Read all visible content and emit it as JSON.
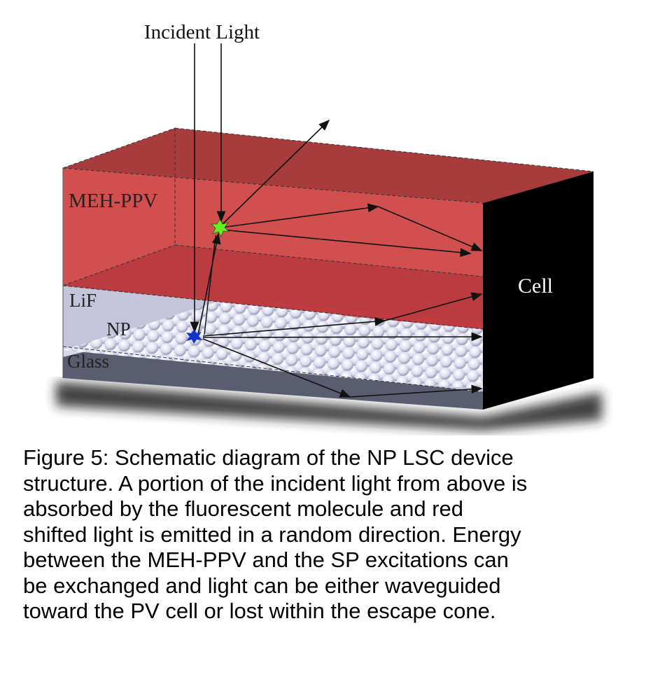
{
  "figure": {
    "labels": {
      "incident": "Incident Light",
      "meh": "MEH-PPV",
      "lif": "LiF",
      "np": "NP",
      "glass": "Glass",
      "cell": "Cell"
    },
    "colors": {
      "red": "#cc4444",
      "cell": "#000000",
      "lif": "#c9c9de",
      "glass": "#55576a",
      "emitter": "#66ee22",
      "np_dot": "#1133cc"
    }
  },
  "caption": {
    "lines": [
      "Figure 5: Schematic diagram of the NP LSC device",
      "structure. A portion of the incident light from above is",
      "absorbed by the fluorescent molecule and red",
      "shifted light is emitted in a random direction. Energy",
      "between the MEH-PPV and the SP excitations can",
      "be exchanged and light can be either waveguided",
      "toward the PV cell or lost within the escape cone."
    ]
  }
}
